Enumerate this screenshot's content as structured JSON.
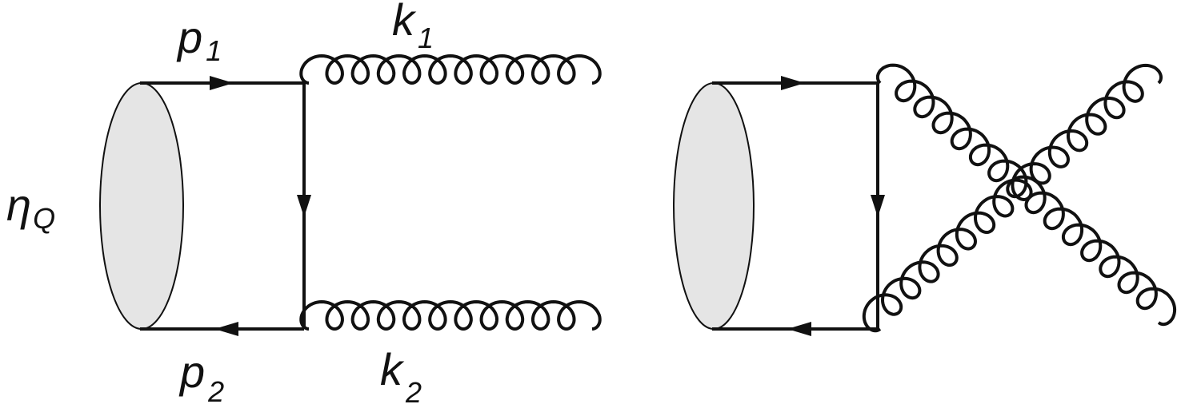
{
  "colors": {
    "line": "#111111",
    "blob_fill": "#e5e5e5",
    "background": "#ffffff"
  },
  "labels": {
    "meson": {
      "symbol": "η",
      "subscript": "Q"
    },
    "p1": {
      "symbol": "p",
      "subscript": "1"
    },
    "p2": {
      "symbol": "p",
      "subscript": "2"
    },
    "k1": {
      "symbol": "k",
      "subscript": "1"
    },
    "k2": {
      "symbol": "k",
      "subscript": "2"
    }
  },
  "diagrams": [
    {
      "gluons": "direct"
    },
    {
      "gluons": "crossed"
    }
  ]
}
